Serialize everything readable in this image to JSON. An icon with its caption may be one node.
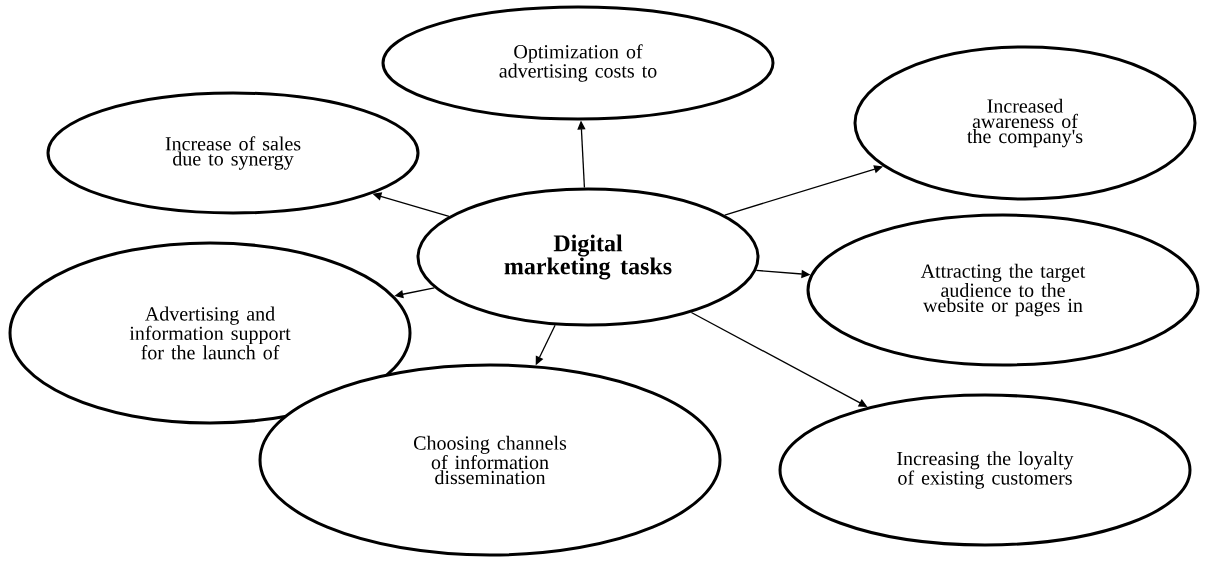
{
  "diagram": {
    "nodes": [
      {
        "text": [
          "Digital marketing tasks"
        ]
      },
      {
        "text": [
          "Optimization of advertising costs to"
        ]
      },
      {
        "text": [
          "Increased awareness of the company's"
        ]
      },
      {
        "text": [
          "Increase of sales due to synergy"
        ]
      },
      {
        "text": [
          "Advertising and information support for the launch of"
        ]
      },
      {
        "text": [
          "Attracting the target audience to the website or pages in"
        ]
      },
      {
        "text": [
          "Choosing channels of information dissemination"
        ]
      },
      {
        "text": [
          "Increasing the loyalty of existing customers"
        ]
      }
    ],
    "edges": [
      {
        "from": 0,
        "to": 1,
        "arrow": "to"
      },
      {
        "from": 0,
        "to": 2,
        "arrow": "to"
      },
      {
        "from": 0,
        "to": 3,
        "arrow": "to"
      },
      {
        "from": 0,
        "to": 4,
        "arrow": "to"
      },
      {
        "from": 0,
        "to": 5,
        "arrow": "to"
      },
      {
        "from": 0,
        "to": 6,
        "arrow": "to"
      },
      {
        "from": 0,
        "to": 7,
        "arrow": "to"
      }
    ]
  }
}
